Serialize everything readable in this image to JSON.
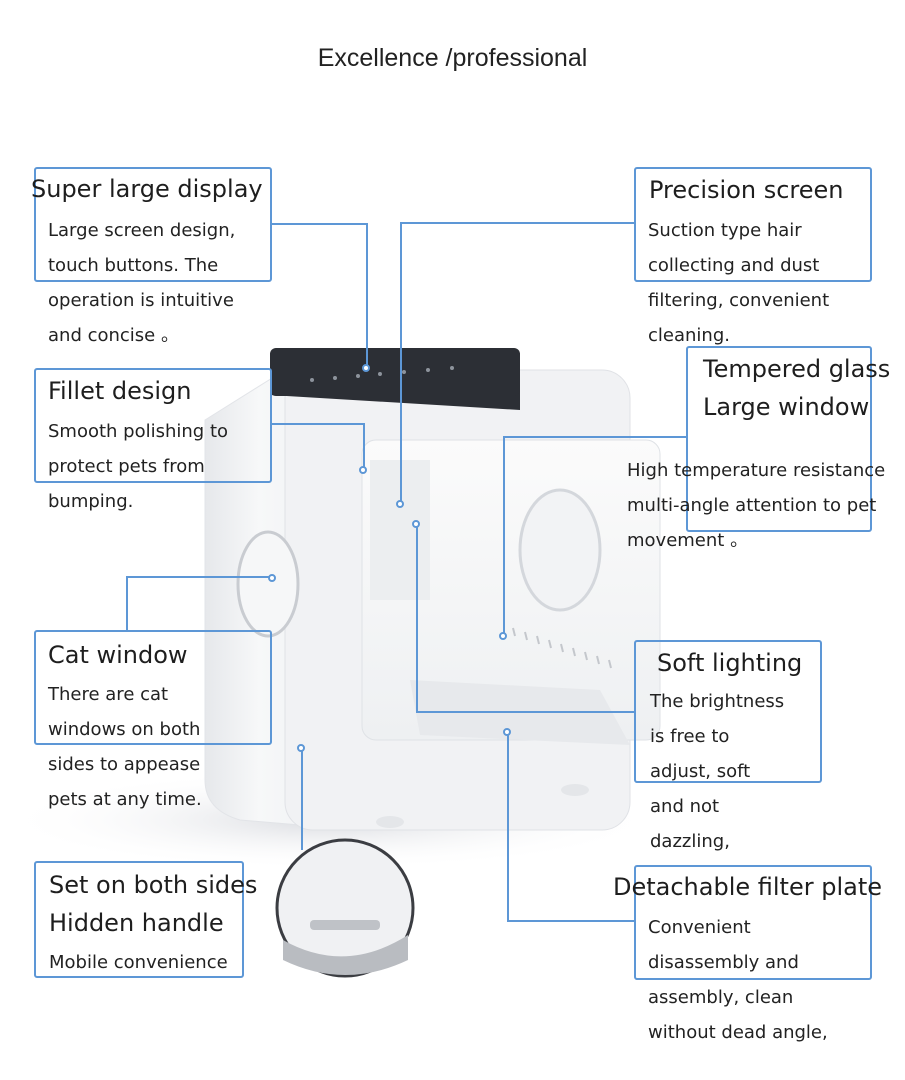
{
  "page_title": "Excellence /professional",
  "callouts": {
    "super_display": {
      "heading": [
        "Super large display"
      ],
      "body": [
        "Large screen design,",
        "touch buttons. The",
        "operation is intuitive",
        "and concise 。"
      ]
    },
    "precision_screen": {
      "heading": [
        "Precision screen"
      ],
      "body": [
        "Suction type hair",
        "collecting and dust",
        "filtering, convenient",
        "cleaning."
      ]
    },
    "fillet_design": {
      "heading": [
        "Fillet design"
      ],
      "body": [
        "Smooth polishing to",
        "protect pets from",
        "bumping."
      ]
    },
    "tempered_glass": {
      "heading": [
        "Tempered glass",
        "Large window"
      ],
      "body": [
        "High temperature resistance",
        "multi-angle attention to pet",
        "movement 。"
      ]
    },
    "cat_window": {
      "heading": [
        "Cat window"
      ],
      "body": [
        "There are cat",
        "windows on both",
        "sides to appease",
        "pets at any time."
      ]
    },
    "soft_lighting": {
      "heading": [
        "Soft lighting"
      ],
      "body": [
        "The brightness",
        "is free to",
        "adjust, soft",
        "and not",
        "dazzling,"
      ]
    },
    "hidden_handle": {
      "heading": [
        "Set on both sides",
        "Hidden handle"
      ],
      "body": [
        "Mobile convenience"
      ]
    },
    "filter_plate": {
      "heading": [
        "Detachable filter plate"
      ],
      "body": [
        "Convenient",
        "disassembly and",
        "assembly, clean",
        "without dead angle,"
      ]
    }
  },
  "colors": {
    "accent_line": "#5d97d6",
    "text": "#1e1e1e",
    "device_body": "#f3f4f6",
    "display_panel": "#2c2f35"
  }
}
